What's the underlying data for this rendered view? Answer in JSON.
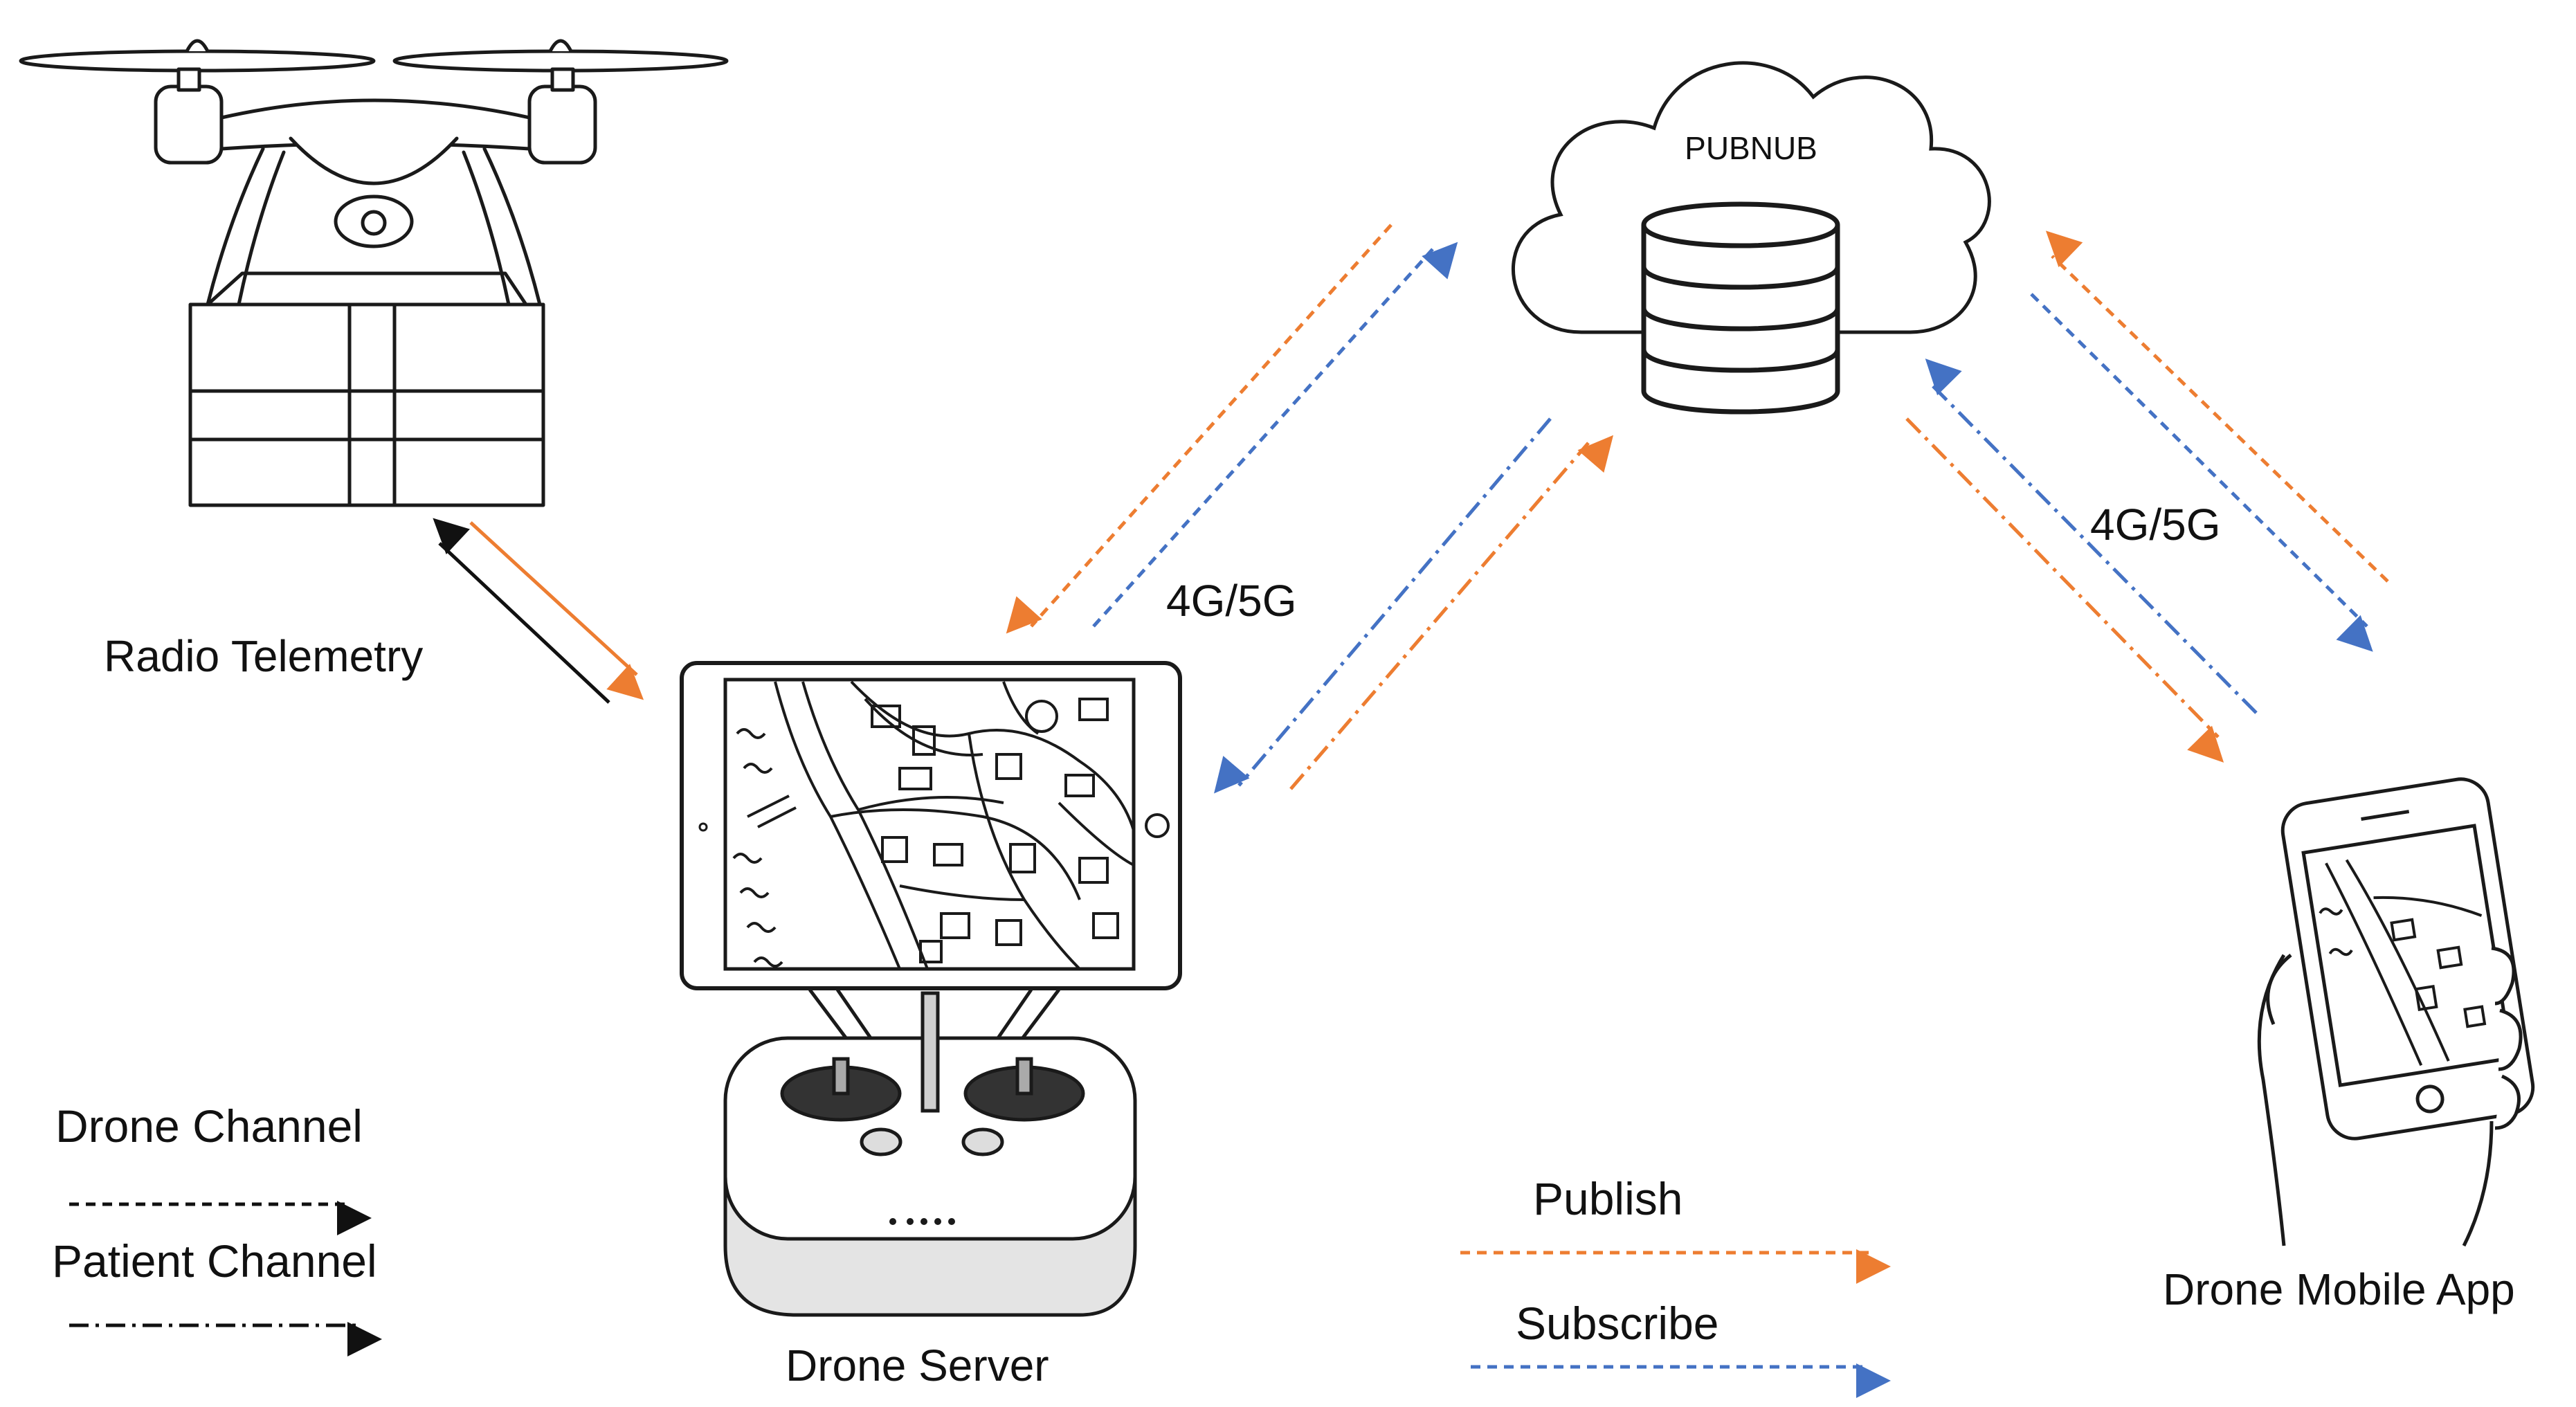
{
  "labels": {
    "cloud_name": "PUBNUB",
    "radio_telemetry": "Radio Telemetry",
    "network_left": "4G/5G",
    "network_right": "4G/5G",
    "drone_server": "Drone Server",
    "drone_mobile_app": "Drone Mobile App"
  },
  "legend": {
    "drone_channel": "Drone Channel",
    "patient_channel": "Patient Channel",
    "publish": "Publish",
    "subscribe": "Subscribe"
  },
  "colors": {
    "publish": "#ED7D31",
    "subscribe": "#4472C4",
    "radio_uplink": "#111111",
    "line_art": "#1a1a1a"
  },
  "icons": [
    "drone-icon",
    "cloud-database-icon",
    "tablet-map-icon",
    "remote-controller-icon",
    "smartphone-icon"
  ]
}
